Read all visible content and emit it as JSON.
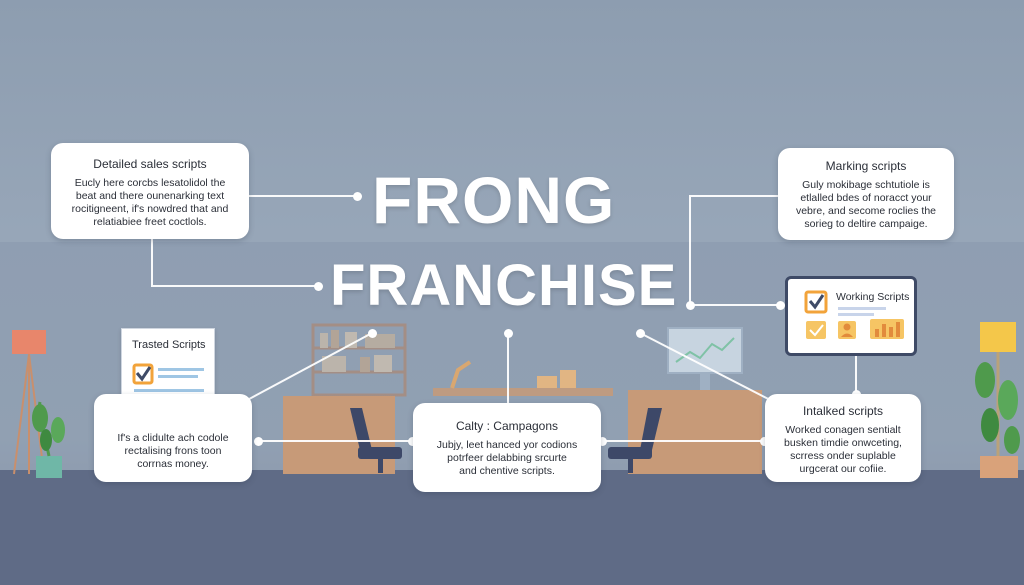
{
  "title": {
    "line1": "FRONG",
    "line2": "FRANCHISE"
  },
  "cards": {
    "detailed": {
      "title": "Detailed sales scripts",
      "lines": [
        "Eucly here corcbs lesatolidol the",
        "beat and there ounenarking text",
        "rocitigneent, if's nowdred that and",
        "relatiabiee freet coctlols."
      ]
    },
    "marking": {
      "title": "Marking scripts",
      "lines": [
        "Guly mokibage schtutiole is",
        "etlalled bdes of noracct your",
        "vebre, and secome roclies the",
        "sorieg to deltire campaige."
      ]
    },
    "trusted": {
      "lines": [
        "If's a clidulte ach codole",
        "rectalising frons toon",
        "corrnas money."
      ]
    },
    "calty": {
      "title": "Calty : Campagons",
      "lines": [
        "Jubjy, leet hanced yor codions",
        "potrfeer delabbing srcurte",
        "and chentive scripts."
      ]
    },
    "intalked": {
      "title": "Intalked scripts",
      "lines": [
        "Worked conagen sentialt",
        "busken timdie onwceting,",
        "scrress onder suplable",
        "urgcerat our cofiie."
      ]
    }
  },
  "paper": {
    "title": "Trasted Scripts"
  },
  "monitor": {
    "title": "Working Scripts"
  },
  "colors": {
    "wall": "#97a6b8",
    "floor": "#5f6b86",
    "card": "#ffffff",
    "accent_orange": "#f2a33a",
    "desk": "#c79a78",
    "chair": "#3d4868",
    "lamp_left": "#e8866b",
    "lamp_right": "#f4c74a",
    "plant": "#4f9a4c"
  }
}
